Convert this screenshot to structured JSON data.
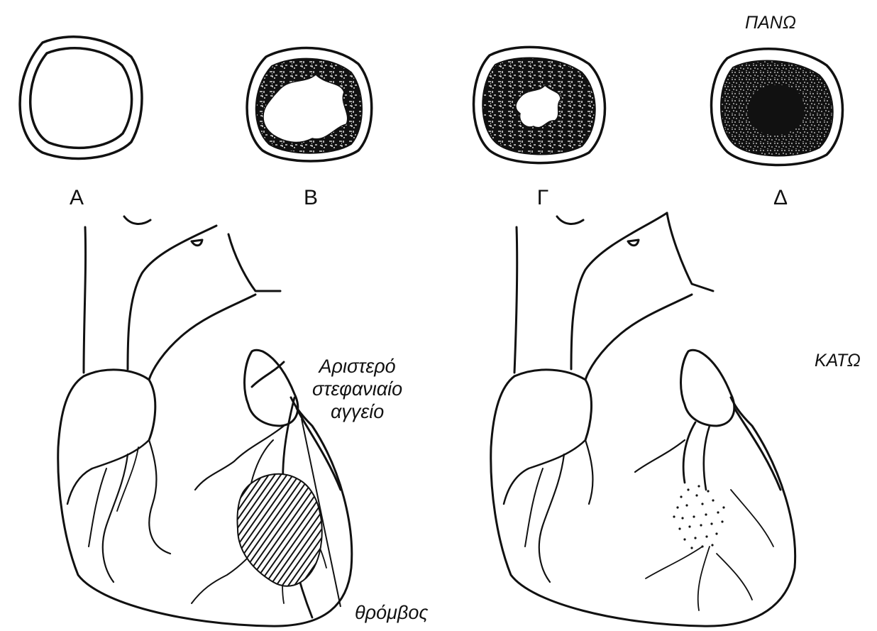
{
  "labels": {
    "top": "ΠΑΝΩ",
    "bottom": "ΚΑΤΩ",
    "left_coronary": [
      "Αριστερό",
      "στεφανιαίο",
      "αγγείο"
    ],
    "thrombus": "θρόμβος"
  },
  "cross_sections": [
    {
      "letter": "Α",
      "stage": "open"
    },
    {
      "letter": "Β",
      "stage": "plaque"
    },
    {
      "letter": "Γ",
      "stage": "narrowed"
    },
    {
      "letter": "Δ",
      "stage": "occluded"
    }
  ],
  "colors": {
    "ink": "#111111",
    "paper": "#ffffff"
  }
}
